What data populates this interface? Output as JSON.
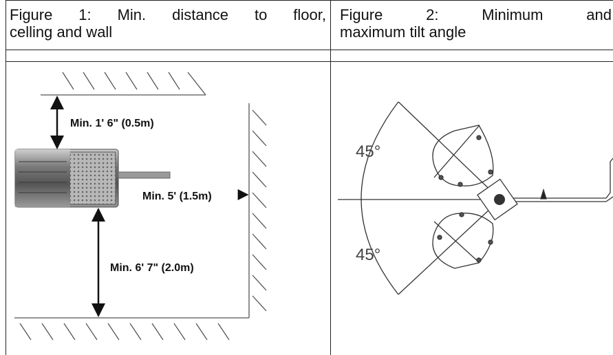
{
  "figure1": {
    "caption_line1_words": [
      "Figure",
      "1:",
      "Min.",
      "distance",
      "to",
      "floor,"
    ],
    "caption_line2": "celling and wall",
    "label_ceiling": "Min. 1' 6\" (0.5m)",
    "label_wall": "Min. 5' (1.5m)",
    "label_floor": "Min. 6' 7\" (2.0m)"
  },
  "figure2": {
    "caption_line1_words": [
      "Figure",
      "2:",
      "Minimum",
      "and"
    ],
    "caption_line2": "maximum tilt angle",
    "angle_up": "45°",
    "angle_down": "45°"
  }
}
